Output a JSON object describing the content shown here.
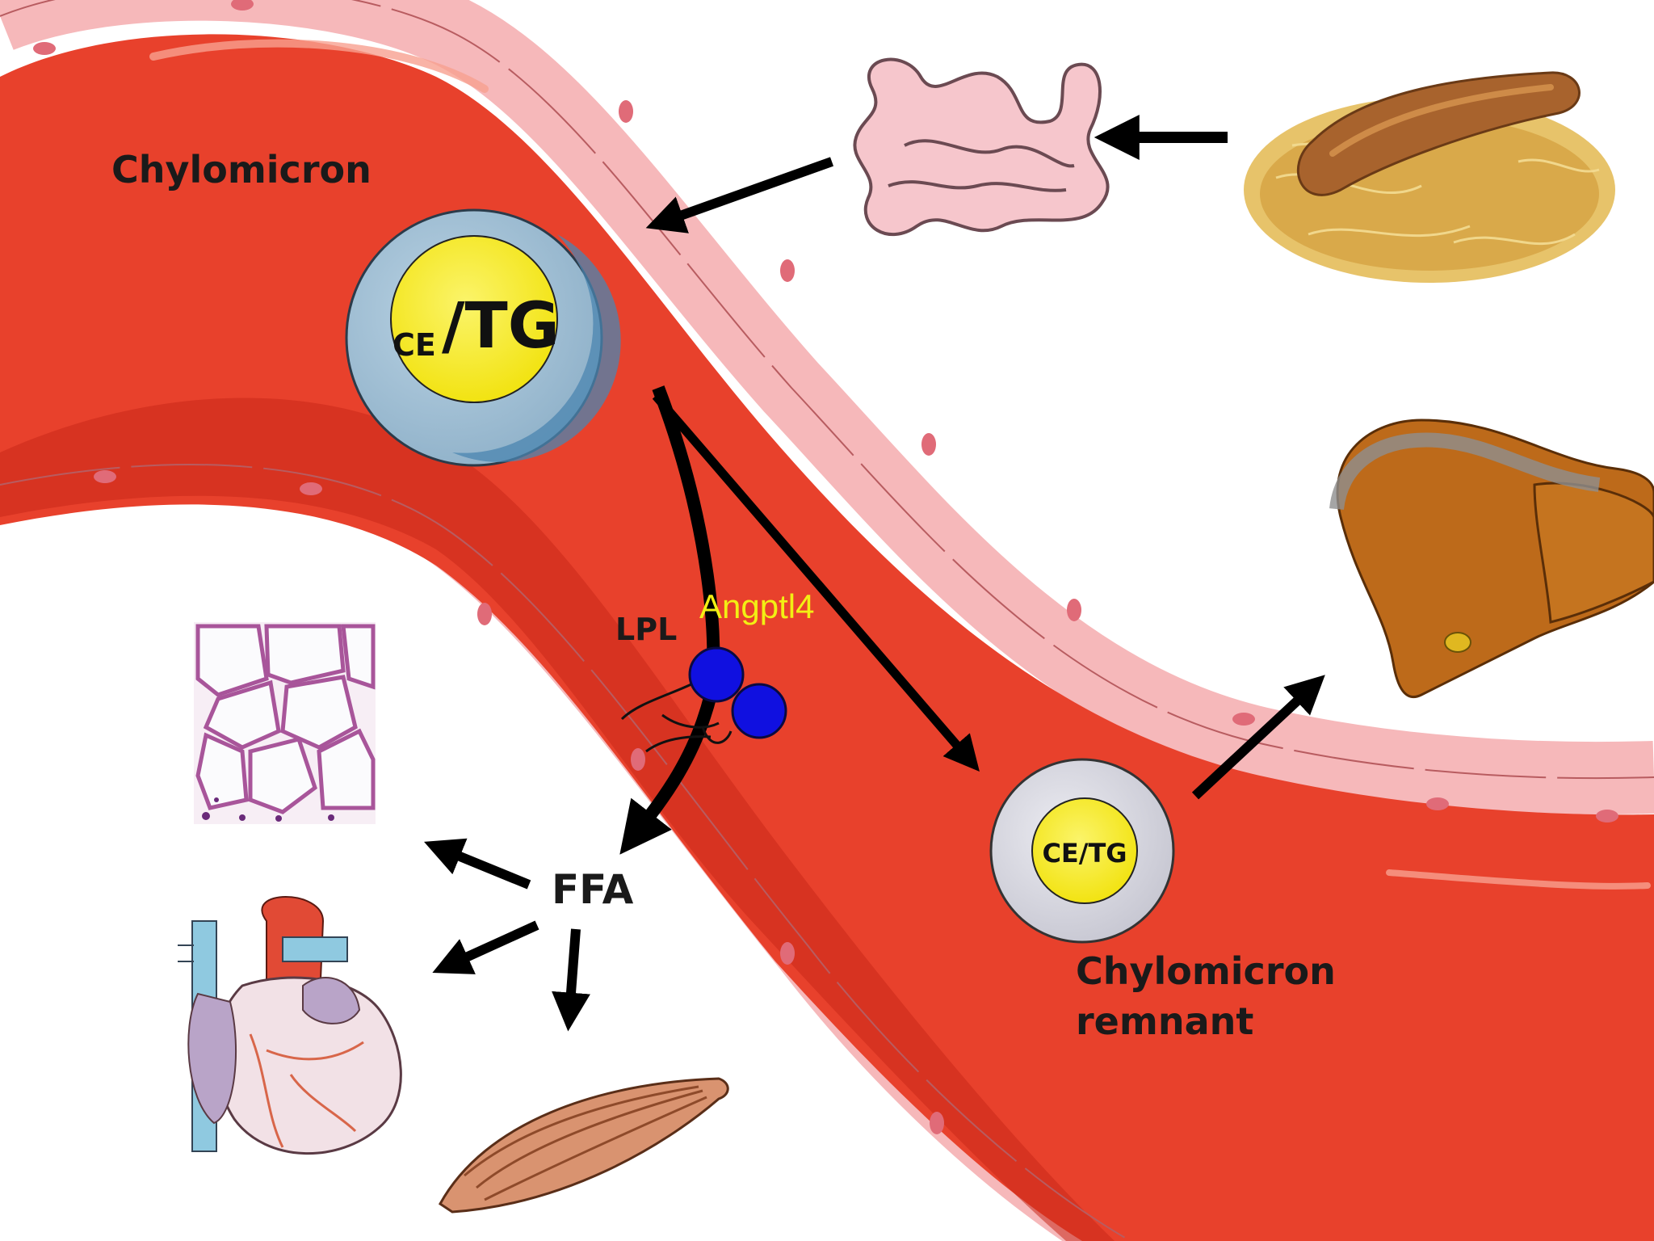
{
  "labels": {
    "chylomicron": "Chylomicron",
    "core_large_ce": "CE",
    "core_large_tg": "/TG",
    "lpl": "LPL",
    "angptl4": "Angptl4",
    "ffa": "FFA",
    "core_small": "CE/TG",
    "remnant_line1": "Chylomicron",
    "remnant_line2": "remnant"
  },
  "colors": {
    "blood": "#e8412c",
    "blood_dark": "#c9281a",
    "vessel_wall": "#f5b3b5",
    "chylomicron_shell": "#a8c4d8",
    "remnant_shell": "#d6d6df",
    "core": "#f7ec1e",
    "lpl": "#1010e0",
    "angptl4_text": "#f2ef14"
  },
  "icons": [
    "intestine-icon",
    "sausage-sauerkraut-image",
    "liver-icon",
    "adipose-tissue-image",
    "heart-icon",
    "muscle-icon"
  ]
}
